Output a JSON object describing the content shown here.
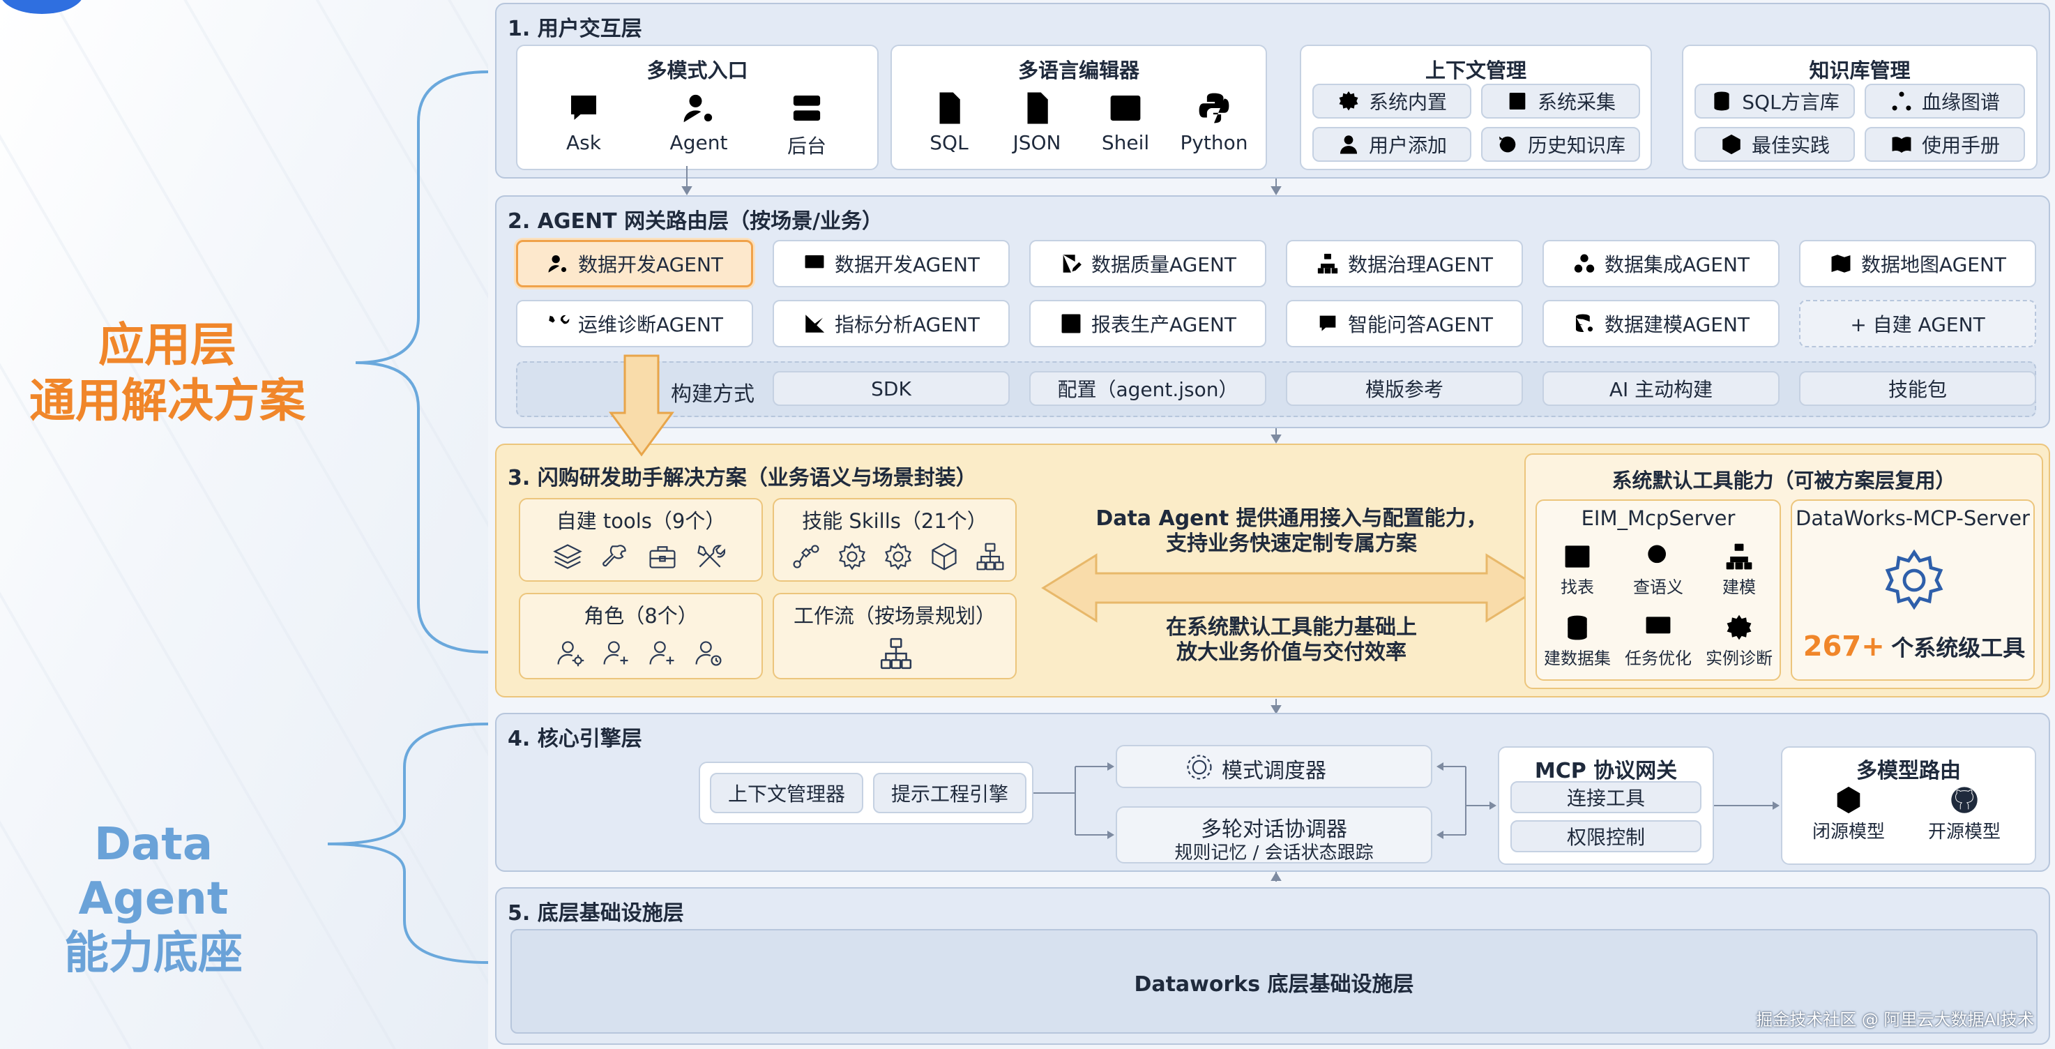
{
  "side": {
    "app_line1": "应用层",
    "app_line2": "通用解决方案",
    "base_line1": "Data Agent",
    "base_line2": "能力底座",
    "orange": "#f0862a",
    "blue": "#6aa2d8"
  },
  "layer1": {
    "title": "1. 用户交互层",
    "multimode": {
      "title": "多模式入口",
      "items": [
        {
          "label": "Ask",
          "icon": "chat-icon"
        },
        {
          "label": "Agent",
          "icon": "user-gear-icon"
        },
        {
          "label": "后台",
          "icon": "server-icon"
        }
      ]
    },
    "editor": {
      "title": "多语言编辑器",
      "items": [
        {
          "label": "SQL",
          "icon": "file-icon"
        },
        {
          "label": "JSON",
          "icon": "braces-file-icon"
        },
        {
          "label": "Sheil",
          "icon": "terminal-icon"
        },
        {
          "label": "Python",
          "icon": "python-icon"
        }
      ]
    },
    "context": {
      "title": "上下文管理",
      "items": [
        {
          "label": "系统内置",
          "icon": "gear-icon"
        },
        {
          "label": "系统采集",
          "icon": "list-icon"
        },
        {
          "label": "用户添加",
          "icon": "user-icon"
        },
        {
          "label": "历史知识库",
          "icon": "history-icon"
        }
      ]
    },
    "knowledge": {
      "title": "知识库管理",
      "items": [
        {
          "label": "SQL方言库",
          "icon": "database-icon"
        },
        {
          "label": "血缘图谱",
          "icon": "graph-icon"
        },
        {
          "label": "最佳实践",
          "icon": "cube-icon"
        },
        {
          "label": "使用手册",
          "icon": "book-icon"
        }
      ]
    }
  },
  "layer2": {
    "title": "2. AGENT 网关路由层（按场景/业务）",
    "row1": [
      {
        "label": "数据开发AGENT",
        "icon": "user-gear-icon"
      },
      {
        "label": "数据开发AGENT",
        "icon": "monitor-icon"
      },
      {
        "label": "数据质量AGENT",
        "icon": "edit-icon"
      },
      {
        "label": "数据治理AGENT",
        "icon": "hierarchy-icon"
      },
      {
        "label": "数据集成AGENT",
        "icon": "cluster-icon"
      },
      {
        "label": "数据地图AGENT",
        "icon": "map-icon"
      }
    ],
    "row2": [
      {
        "label": "运维诊断AGENT",
        "icon": "tools-icon"
      },
      {
        "label": "指标分析AGENT",
        "icon": "trend-icon"
      },
      {
        "label": "报表生产AGENT",
        "icon": "bar-chart-icon"
      },
      {
        "label": "智能问答AGENT",
        "icon": "chat-icon"
      },
      {
        "label": "数据建模AGENT",
        "icon": "database-gear-icon"
      },
      {
        "label": "+ 自建 AGENT",
        "icon": ""
      }
    ],
    "build": {
      "label": "构建方式",
      "items": [
        "SDK",
        "配置（agent.json）",
        "模版参考",
        "AI 主动构建",
        "技能包"
      ]
    }
  },
  "layer3": {
    "title": "3. 闪购研发助手解决方案（业务语义与场景封装）",
    "tools": {
      "title": "自建 tools（9个）",
      "icons": [
        "layers-icon",
        "wrench-icon",
        "toolbox-icon",
        "tools-icon"
      ]
    },
    "skills": {
      "title": "技能 Skills（21个）",
      "icons": [
        "flow-icon",
        "gear-icon",
        "gear-icon",
        "cube-icon",
        "hierarchy-icon"
      ]
    },
    "roles": {
      "title": "角色（8个）",
      "icons": [
        "user-gear-icon",
        "user-add-icon",
        "user-add-icon",
        "user-history-icon"
      ]
    },
    "workflow": {
      "title": "工作流（按场景规划）",
      "icons": [
        "hierarchy-icon"
      ]
    },
    "center": {
      "top1": "Data Agent 提供通用接入与配置能力，",
      "top2": "支持业务快速定制专属方案",
      "bot1": "在系统默认工具能力基础上",
      "bot2": "放大业务价值与交付效率"
    },
    "sys": {
      "title": "系统默认工具能力（可被方案层复用）",
      "eim": {
        "title": "EIM_McpServer",
        "items": [
          {
            "label": "找表",
            "icon": "table-icon"
          },
          {
            "label": "查语义",
            "icon": "search-icon"
          },
          {
            "label": "建模",
            "icon": "hierarchy-icon"
          },
          {
            "label": "建数据集",
            "icon": "database-icon"
          },
          {
            "label": "任务优化",
            "icon": "monitor-icon"
          },
          {
            "label": "实例诊断",
            "icon": "gear-icon"
          }
        ]
      },
      "dw": {
        "title": "DataWorks-MCP-Server",
        "count": "267+",
        "count_label": "个系统级工具",
        "icon": "gear-icon"
      }
    }
  },
  "layer4": {
    "title": "4. 核心引擎层",
    "left": [
      "上下文管理器",
      "提示工程引擎"
    ],
    "scheduler": "模式调度器",
    "dialog1": "多轮对话协调器",
    "dialog2": "规则记忆 / 会话状态跟踪",
    "mcp": {
      "title": "MCP 协议网关",
      "items": [
        "连接工具",
        "权限控制"
      ]
    },
    "router": {
      "title": "多模型路由",
      "items": [
        {
          "label": "闭源模型",
          "icon": "openai-icon"
        },
        {
          "label": "开源模型",
          "icon": "github-icon"
        }
      ]
    }
  },
  "layer5": {
    "title": "5. 底层基础设施层",
    "body": "Dataworks 底层基础设施层"
  },
  "watermark": "掘金技术社区 @ 阿里云大数据AI技术"
}
